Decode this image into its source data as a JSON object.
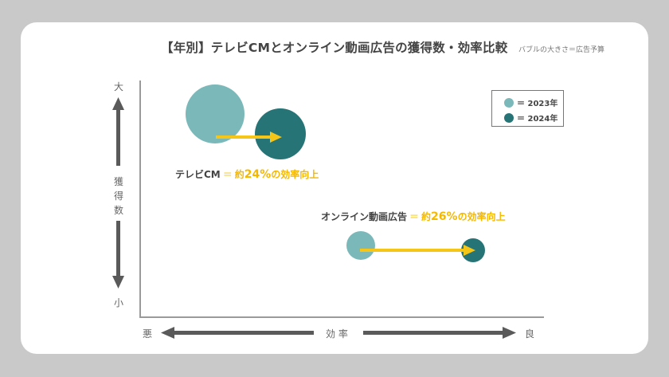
{
  "header": {
    "title": "【年別】テレビCMとオンライン動画広告の獲得数・効率比較",
    "subtitle": "バブルの大きさ＝広告予算"
  },
  "axes": {
    "y": {
      "label_chars": [
        "獲",
        "得",
        "数"
      ],
      "top": "大",
      "bottom": "小"
    },
    "x": {
      "label": "効 率",
      "left": "悪",
      "right": "良"
    }
  },
  "legend": {
    "items": [
      {
        "label": "＝ 2023年",
        "color": "#7bb8b9"
      },
      {
        "label": "＝ 2024年",
        "color": "#267476"
      }
    ]
  },
  "annotations": {
    "tv": {
      "name": "テレビCM",
      "eq": "＝",
      "pre": "約",
      "value": "24%",
      "post": "の効率向上"
    },
    "online": {
      "name": "オンライン動画広告",
      "eq": "＝",
      "pre": "約",
      "value": "26%",
      "post": "の効率向上"
    }
  },
  "colors": {
    "y2023": "#7bb8b9",
    "y2024": "#267476",
    "arrow": "#f5c518",
    "axis_arrow": "#5a5a5a"
  },
  "chart_data": {
    "type": "scatter",
    "subtype": "bubble",
    "title": "【年別】テレビCMとオンライン動画広告の獲得数・効率比較",
    "subtitle": "バブルの大きさ＝広告予算",
    "xlabel": "効率 (悪 → 良)",
    "ylabel": "獲得数 (小 → 大)",
    "legend": [
      "2023年",
      "2024年"
    ],
    "legend_position": "top-right",
    "grid": false,
    "series": [
      {
        "name": "テレビCM",
        "points": [
          {
            "year": "2023年",
            "x": 0.19,
            "y": 0.85,
            "size": 37
          },
          {
            "year": "2024年",
            "x": 0.35,
            "y": 0.77,
            "size": 32
          }
        ],
        "annotation": "テレビCM＝約24%の効率向上"
      },
      {
        "name": "オンライン動画広告",
        "points": [
          {
            "year": "2023年",
            "x": 0.55,
            "y": 0.3,
            "size": 18
          },
          {
            "year": "2024年",
            "x": 0.83,
            "y": 0.28,
            "size": 15
          }
        ],
        "annotation": "オンライン動画広告＝約26%の効率向上"
      }
    ]
  }
}
